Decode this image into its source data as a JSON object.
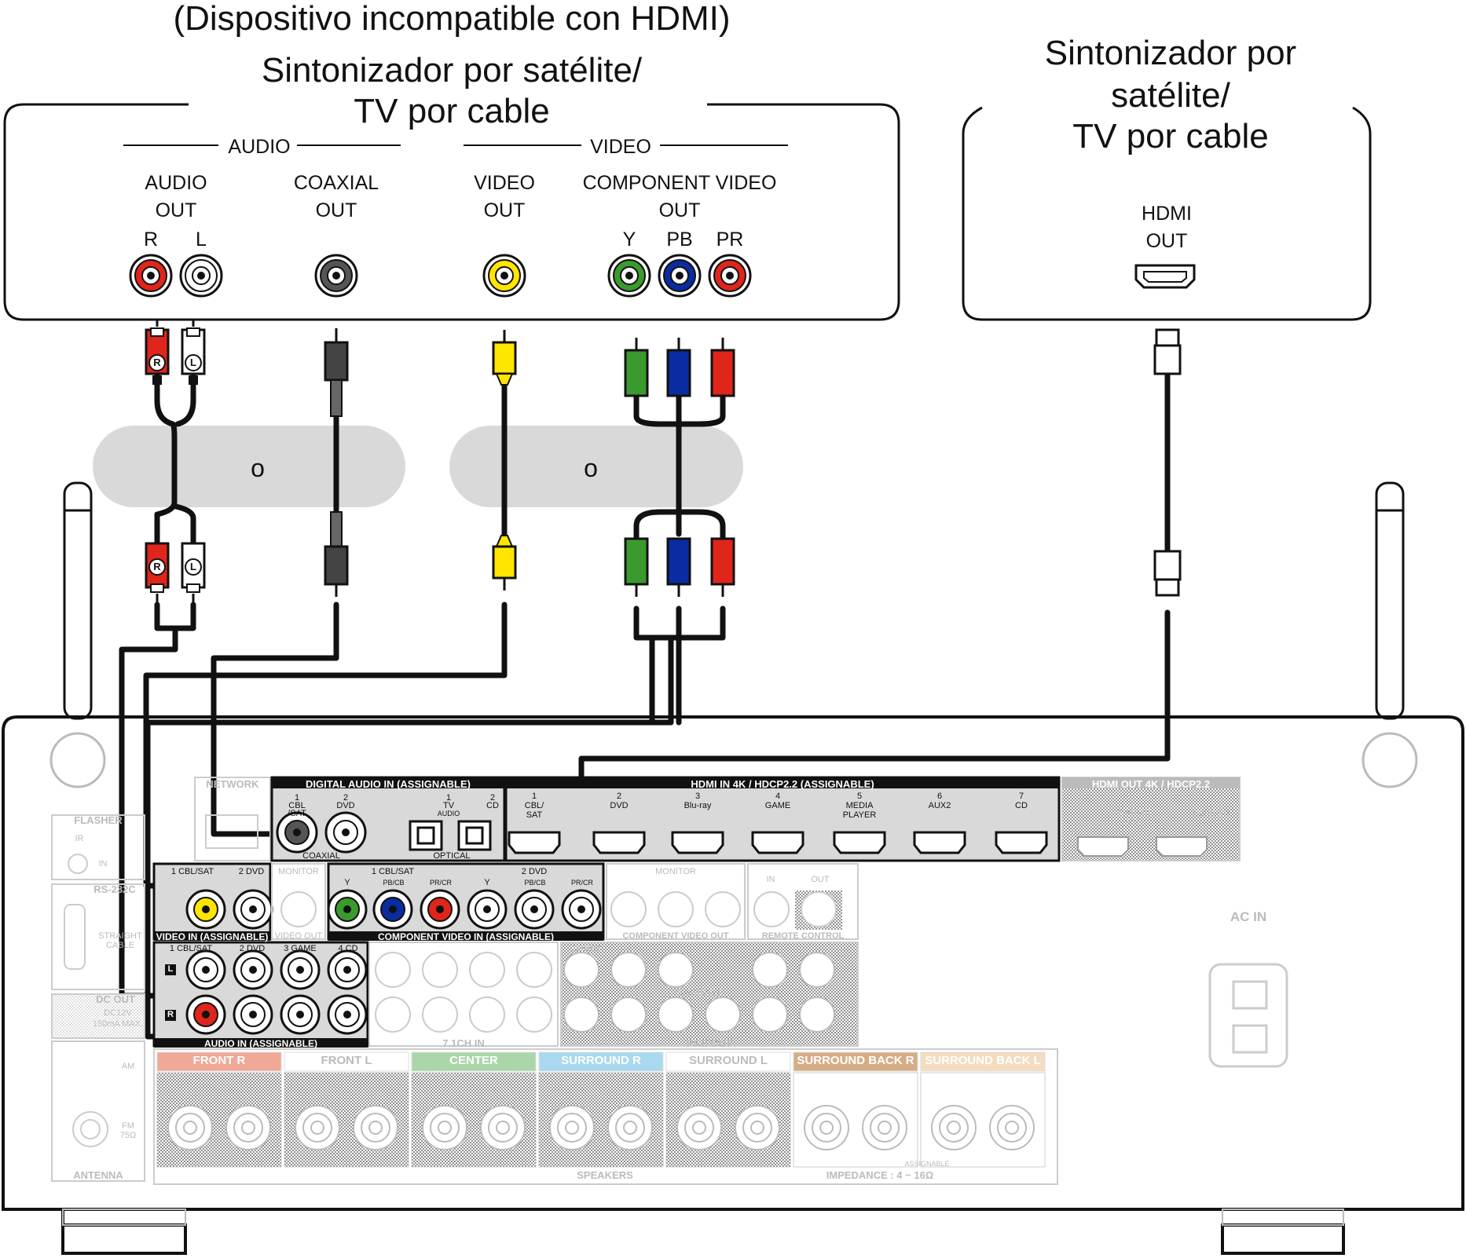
{
  "header": {
    "incompatible_note": "(Dispositivo incompatible con HDMI)",
    "left_device_line1": "Sintonizador por satélite/",
    "left_device_line2": "TV por cable",
    "right_device_line1": "Sintonizador por",
    "right_device_line2": "satélite/",
    "right_device_line3": "TV por cable"
  },
  "left_device": {
    "group_audio": "AUDIO",
    "group_video": "VIDEO",
    "audio_out_1": "AUDIO",
    "audio_out_2": "OUT",
    "coaxial_out_1": "COAXIAL",
    "coaxial_out_2": "OUT",
    "video_out_1": "VIDEO",
    "video_out_2": "OUT",
    "component_out_1": "COMPONENT VIDEO",
    "component_out_2": "OUT",
    "label_r": "R",
    "label_l": "L",
    "label_y": "Y",
    "label_pb": "PB",
    "label_pr": "PR"
  },
  "right_device": {
    "hdmi_out_1": "HDMI",
    "hdmi_out_2": "OUT"
  },
  "or_labels": [
    "o",
    "o"
  ],
  "plug_labels": {
    "r": "R",
    "l": "L"
  },
  "receiver": {
    "network": "NETWORK",
    "digital_audio_in": "DIGITAL AUDIO IN (ASSIGNABLE)",
    "hdmi_in": "HDMI IN 4K / HDCP2.2 (ASSIGNABLE)",
    "hdmi_out": "HDMI OUT  4K / HDCP2.2",
    "coaxial": "COAXIAL",
    "optical": "OPTICAL",
    "dig_1": "1",
    "dig_1b": "CBL",
    "dig_1c": "/SAT",
    "dig_2": "2",
    "dig_2b": "DVD",
    "opt_1": "1",
    "opt_1b": "TV",
    "opt_1c": "AUDIO",
    "opt_2": "2",
    "opt_2b": "CD",
    "hdmi_inputs": [
      {
        "num": "1",
        "name": "CBL/",
        "name2": "SAT"
      },
      {
        "num": "2",
        "name": "DVD",
        "name2": ""
      },
      {
        "num": "3",
        "name": "Blu-ray",
        "name2": ""
      },
      {
        "num": "4",
        "name": "GAME",
        "name2": ""
      },
      {
        "num": "5",
        "name": "MEDIA",
        "name2": "PLAYER"
      },
      {
        "num": "6",
        "name": "AUX2",
        "name2": ""
      },
      {
        "num": "7",
        "name": "CD",
        "name2": ""
      }
    ],
    "monitor1_arc": "MONITOR1",
    "arc": "ARC",
    "monitor2": "MONITOR2",
    "flasher": "FLASHER",
    "ir": "IR",
    "in": "IN",
    "rs232c": "RS-232C",
    "straight_cable": "STRAIGHT",
    "straight_cable2": "CABLE",
    "dc_out": "DC OUT",
    "dc_spec": "DC12V",
    "dc_spec2": "150mA MAX.",
    "am": "AM",
    "fm": "FM",
    "fm_ohm": "75Ω",
    "antenna": "ANTENNA",
    "video_in_1": "1 CBL/SAT",
    "video_in_2": "2 DVD",
    "monitor": "MONITOR",
    "video_in": "VIDEO IN (ASSIGNABLE)",
    "video_out": "VIDEO OUT",
    "comp_1": "1 CBL/SAT",
    "comp_2": "2 DVD",
    "comp_y": "Y",
    "comp_pb": "PB/CB",
    "comp_pr": "PR/CR",
    "component_in": "COMPONENT VIDEO IN (ASSIGNABLE)",
    "component_out": "COMPONENT VIDEO OUT",
    "comp_monitor": "MONITOR",
    "remote_in": "IN",
    "remote_out": "OUT",
    "remote_control": "REMOTE CONTROL",
    "audio_in_1": "1 CBL/SAT",
    "audio_in_2": "2 DVD",
    "audio_in_3": "3 GAME",
    "audio_in_4": "4 CD",
    "audio_in": "AUDIO IN (ASSIGNABLE)",
    "audio_l": "L",
    "audio_r": "R",
    "ch71_in": "7.1CH IN",
    "pre_out": "PRE OUT",
    "zone2": "ZONE2",
    "subwoofer": "SUBWOOFER",
    "ac_in": "AC IN",
    "speakers_label": "SPEAKERS",
    "impedance": "IMPEDANCE : 4 ~ 16Ω",
    "assignable": "ASSIGNABLE",
    "speakers": [
      {
        "label": "FRONT",
        "side": "R",
        "color": "#f2a896"
      },
      {
        "label": "FRONT",
        "side": "L",
        "color": "#ffffff"
      },
      {
        "label": "CENTER",
        "side": "",
        "color": "#aad6a9"
      },
      {
        "label": "SURROUND",
        "side": "R",
        "color": "#a9d9ee"
      },
      {
        "label": "SURROUND",
        "side": "L",
        "color": "#ffffff"
      },
      {
        "label": "SURROUND BACK",
        "side": "R",
        "color": "#d5ad85"
      },
      {
        "label": "SURROUND BACK",
        "side": "L",
        "color": "#f3dcc0"
      }
    ]
  },
  "colors": {
    "red": "#e0251b",
    "white": "#ffffff",
    "black": "#111111",
    "yellow": "#ffe500",
    "green": "#3a9a2e",
    "blue": "#0a2ca0",
    "panel_grey": "#d9d9d9",
    "faded": "#c8c8c8"
  }
}
